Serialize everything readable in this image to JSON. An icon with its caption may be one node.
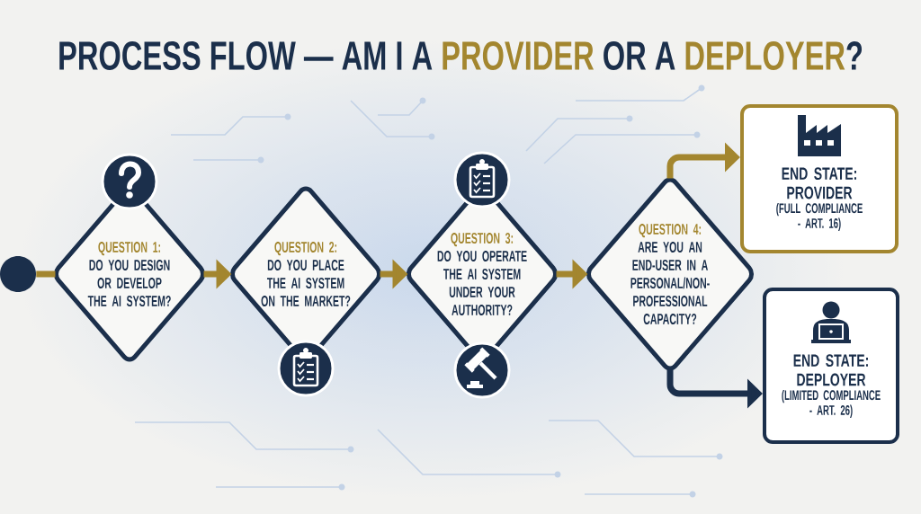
{
  "diagram": {
    "title": "PROCESS FLOW — AM I A **PROVIDER** OR A **DEPLOYER**?",
    "nodes": [
      {
        "text": [],
        "shape": "circle"
      },
      {
        "text": [
          "QUESTION 1:",
          "DO YOU DESIGN OR DEVELOP THE AI SYSTEM?"
        ]
      },
      {
        "text": [
          "QUESTION 2:",
          "DO YOU PLACE THE AI SYSTEM ON THE MARKET?"
        ]
      },
      {
        "text": [
          "QUESTION 3:",
          "DO YOU OPERATE THE AI SYSTEM UNDER YOUR AUTHORITY?"
        ]
      },
      {
        "text": [
          "QUESTION 4:",
          "ARE YOU AN END-USER IN A PERSONAL/NON-PROFESSIONAL CAPACITY?"
        ]
      },
      {
        "text": [
          "END STATE: PROVIDER",
          "(FULL COMPLIANCE - ART. 16)"
        ]
      },
      {
        "text": [
          "END STATE: DEPLOYER",
          "(LIMITED COMPLIANCE - ART. 26)"
        ]
      }
    ],
    "edges": [
      {
        "from": 0,
        "to": 1,
        "arrow": "none"
      },
      {
        "from": 1,
        "to": 2,
        "arrow": "to"
      },
      {
        "from": 2,
        "to": 3,
        "arrow": "to"
      },
      {
        "from": 3,
        "to": 4,
        "arrow": "to"
      },
      {
        "from": 4,
        "to": 5,
        "arrow": "to"
      },
      {
        "from": 4,
        "to": 6,
        "arrow": "to",
        "color": "#1b2f4b"
      }
    ]
  }
}
